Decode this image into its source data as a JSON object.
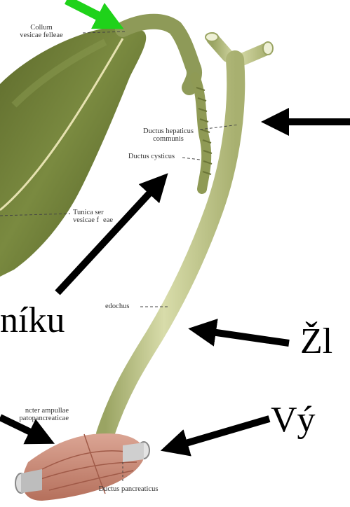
{
  "figure": {
    "labels": {
      "collum_line1": "Collum",
      "collum_line2": "vesicae  felleae",
      "ductus_hepaticus_line1": "Ductus hepaticus",
      "ductus_hepaticus_line2": "communis",
      "ductus_cysticus": "Ductus cysticus",
      "tunica_line1": "Tunica  ser",
      "tunica_line2": "vesicae  f",
      "tunica_line2_end": "eae",
      "choledochus": "edochus",
      "sphincter_line1": "ncter ampullae",
      "sphincter_line2": "patopancreaticae",
      "ductus_pancreaticus": "Ductus  pancreaticus"
    },
    "overlay_text": {
      "left_word": "níku",
      "right_word_1": "Žl",
      "right_word_2": "Vý"
    },
    "colors": {
      "gallbladder": "#6b7a35",
      "duct": "#c9cf9a",
      "duodenum": "#c98a76",
      "arrow_green": "#1fd21a",
      "arrow_black": "#000000"
    }
  }
}
